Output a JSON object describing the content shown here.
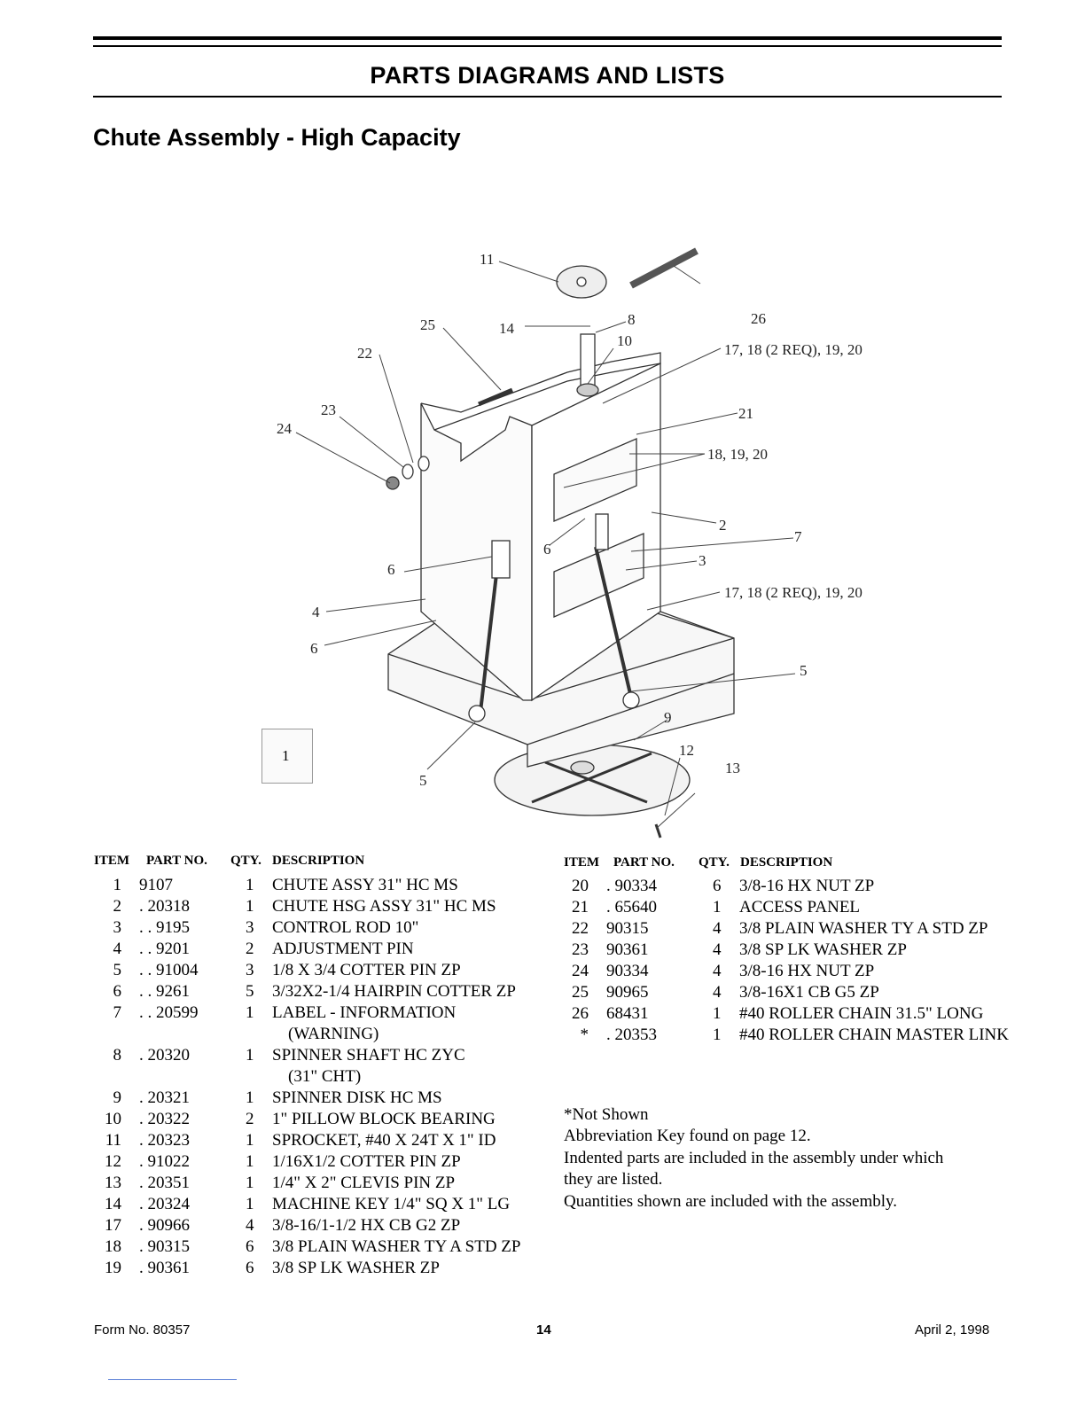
{
  "header": {
    "title": "PARTS DIAGRAMS AND LISTS"
  },
  "section": {
    "title": "Chute Assembly - High Capacity"
  },
  "diagram": {
    "figure_label": "1",
    "callouts": [
      {
        "id": "c11",
        "text": "11"
      },
      {
        "id": "c8",
        "text": "8"
      },
      {
        "id": "c25",
        "text": "25"
      },
      {
        "id": "c14",
        "text": "14"
      },
      {
        "id": "c10",
        "text": "10"
      },
      {
        "id": "c26",
        "text": "26"
      },
      {
        "id": "c22",
        "text": "22"
      },
      {
        "id": "c17a",
        "text": "17, 18 (2 REQ), 19,  20"
      },
      {
        "id": "c23",
        "text": "23"
      },
      {
        "id": "c21",
        "text": "21"
      },
      {
        "id": "c24",
        "text": "24"
      },
      {
        "id": "c181920",
        "text": "18, 19, 20"
      },
      {
        "id": "c2",
        "text": "2"
      },
      {
        "id": "c7",
        "text": "7"
      },
      {
        "id": "c6a",
        "text": "6"
      },
      {
        "id": "c3",
        "text": "3"
      },
      {
        "id": "c6b",
        "text": "6"
      },
      {
        "id": "c17b",
        "text": "17, 18 (2 REQ), 19,  20"
      },
      {
        "id": "c4",
        "text": "4"
      },
      {
        "id": "c6c",
        "text": "6"
      },
      {
        "id": "c5a",
        "text": "5"
      },
      {
        "id": "c9",
        "text": "9"
      },
      {
        "id": "c12",
        "text": "12"
      },
      {
        "id": "c13",
        "text": "13"
      },
      {
        "id": "c5b",
        "text": "5"
      }
    ]
  },
  "table": {
    "headers": {
      "item": "ITEM",
      "part": "PART NO.",
      "qty": "QTY.",
      "desc": "DESCRIPTION"
    },
    "left": [
      {
        "item": "1",
        "part": "9107",
        "qty": "1",
        "desc": "CHUTE ASSY 31\" HC MS"
      },
      {
        "item": "2",
        "part": ". 20318",
        "qty": "1",
        "desc": "CHUTE HSG ASSY 31\" HC MS"
      },
      {
        "item": "3",
        "part": ". . 9195",
        "qty": "3",
        "desc": "CONTROL ROD 10\""
      },
      {
        "item": "4",
        "part": ". . 9201",
        "qty": "2",
        "desc": "ADJUSTMENT PIN"
      },
      {
        "item": "5",
        "part": ". . 91004",
        "qty": "3",
        "desc": "1/8 X 3/4 COTTER PIN ZP"
      },
      {
        "item": "6",
        "part": ". . 9261",
        "qty": "5",
        "desc": "3/32X2-1/4 HAIRPIN COTTER ZP"
      },
      {
        "item": "7",
        "part": ". . 20599",
        "qty": "1",
        "desc": "LABEL - INFORMATION",
        "desc2": "(WARNING)"
      },
      {
        "item": "8",
        "part": ". 20320",
        "qty": "1",
        "desc": "SPINNER SHAFT HC ZYC",
        "desc2": "(31\" CHT)"
      },
      {
        "item": "9",
        "part": ". 20321",
        "qty": "1",
        "desc": "SPINNER DISK HC MS"
      },
      {
        "item": "10",
        "part": ". 20322",
        "qty": "2",
        "desc": "1\" PILLOW BLOCK BEARING"
      },
      {
        "item": "11",
        "part": ". 20323",
        "qty": "1",
        "desc": "SPROCKET, #40 X 24T X 1\" ID"
      },
      {
        "item": "12",
        "part": ". 91022",
        "qty": "1",
        "desc": "1/16X1/2 COTTER PIN ZP"
      },
      {
        "item": "13",
        "part": ". 20351",
        "qty": "1",
        "desc": "1/4\" X 2\" CLEVIS PIN ZP"
      },
      {
        "item": "14",
        "part": ". 20324",
        "qty": "1",
        "desc": "MACHINE KEY 1/4\" SQ X 1\" LG"
      },
      {
        "item": "17",
        "part": ". 90966",
        "qty": "4",
        "desc": "3/8-16/1-1/2 HX CB G2 ZP"
      },
      {
        "item": "18",
        "part": ". 90315",
        "qty": "6",
        "desc": "3/8 PLAIN WASHER TY A STD ZP"
      },
      {
        "item": "19",
        "part": ". 90361",
        "qty": "6",
        "desc": "3/8 SP LK WASHER ZP"
      }
    ],
    "right": [
      {
        "item": "20",
        "part": ". 90334",
        "qty": "6",
        "desc": "3/8-16 HX NUT ZP"
      },
      {
        "item": "21",
        "part": ". 65640",
        "qty": "1",
        "desc": "ACCESS PANEL"
      },
      {
        "item": "22",
        "part": "90315",
        "qty": "4",
        "desc": "3/8 PLAIN WASHER TY A STD ZP"
      },
      {
        "item": "23",
        "part": "90361",
        "qty": "4",
        "desc": "3/8 SP LK WASHER ZP"
      },
      {
        "item": "24",
        "part": "90334",
        "qty": "4",
        "desc": "3/8-16 HX NUT ZP"
      },
      {
        "item": "25",
        "part": "90965",
        "qty": "4",
        "desc": "3/8-16X1 CB G5 ZP"
      },
      {
        "item": "26",
        "part": "68431",
        "qty": "1",
        "desc": "#40 ROLLER CHAIN 31.5\" LONG"
      },
      {
        "item": "*",
        "part": ". 20353",
        "qty": "1",
        "desc": "#40 ROLLER CHAIN MASTER LINK"
      }
    ]
  },
  "notes": {
    "not_shown": "*Not Shown",
    "abbrev": "Abbreviation Key found on page 12.",
    "indent1": "Indented parts are included in the assembly under which",
    "indent2": "they are listed.",
    "qty": "Quantities shown are included with the assembly."
  },
  "footer": {
    "form": "Form No. 80357",
    "page": "14",
    "date": "April 2, 1998"
  }
}
